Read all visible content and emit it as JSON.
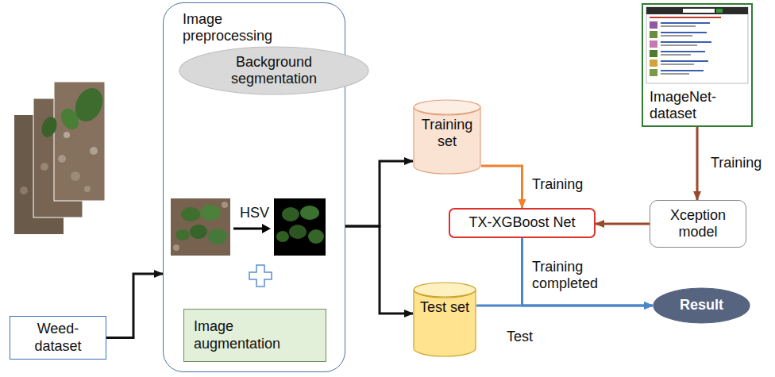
{
  "diagram": {
    "nodes": [
      {
        "text": [
          "Weed- dataset"
        ]
      },
      {
        "text": [
          "Image preprocessing"
        ]
      },
      {
        "text": [
          "Background segmentation"
        ],
        "in": 1
      },
      {
        "text": [
          "Image augmentation"
        ],
        "in": 1
      },
      {
        "text": [
          "Training set"
        ]
      },
      {
        "text": [
          "TX-XGBoost Net"
        ]
      },
      {
        "text": [
          "Test set"
        ]
      },
      {
        "text": [
          "ImageNet- dataset"
        ]
      },
      {
        "text": [
          "Xception model"
        ]
      },
      {
        "text": [
          "Result"
        ]
      }
    ],
    "edges": [
      {
        "from": 0,
        "to": 1,
        "arrow": "to"
      },
      {
        "from": 1,
        "to": 4,
        "arrow": "to"
      },
      {
        "from": 1,
        "to": 6,
        "arrow": "to"
      },
      {
        "from": 4,
        "to": 5,
        "label": "Training",
        "arrow": "to"
      },
      {
        "from": 7,
        "to": 8,
        "label": "Training",
        "arrow": "to"
      },
      {
        "from": 8,
        "to": 5,
        "arrow": "to"
      },
      {
        "from": 5,
        "to": 9,
        "label": "Training completed",
        "arrow": "to"
      },
      {
        "from": 6,
        "to": 9,
        "label": "Test",
        "arrow": "to"
      }
    ],
    "labels": [
      "HSV"
    ]
  }
}
